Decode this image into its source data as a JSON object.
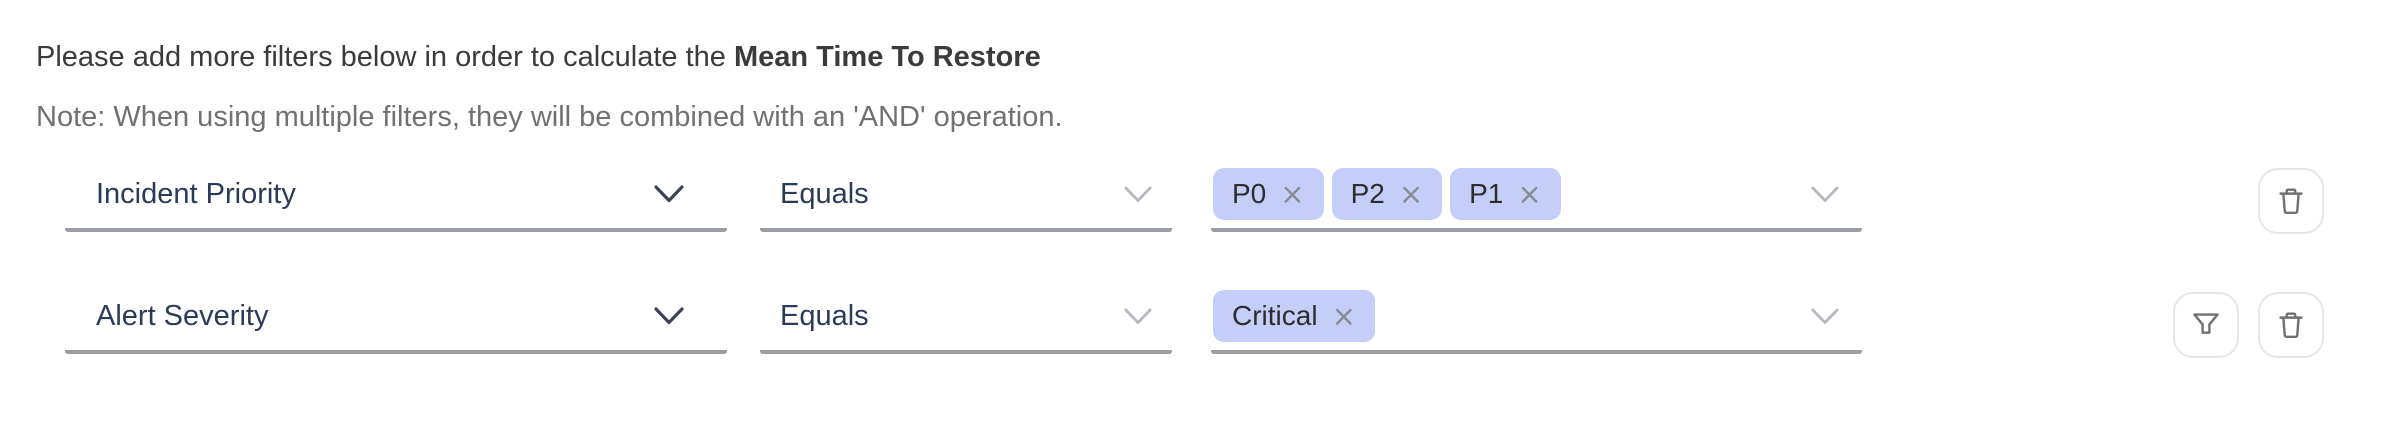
{
  "colors": {
    "header-text": "#3b3b3b",
    "note-text": "#717171",
    "label-text": "#2c3a5a",
    "underline": "#9a9da1",
    "tag-bg": "#c5cdf9",
    "tag-text": "#2d2d2d",
    "tag-remove": "#878b92",
    "chevron-dark": "#3a4254",
    "chevron-light": "#b4b8bf",
    "icon-gray": "#717171",
    "button-border": "#e6e6e6"
  },
  "header": {
    "intro": "Please add more filters below in order to calculate the ",
    "metric": "Mean Time To Restore",
    "note": "Note: When using multiple filters, they will be combined with an 'AND' operation."
  },
  "icons": {
    "tag_remove": "×"
  },
  "rows": [
    {
      "attribute": "Incident Priority",
      "operator": "Equals",
      "values": [
        {
          "label": "P0"
        },
        {
          "label": "P2"
        },
        {
          "label": "P1"
        }
      ]
    },
    {
      "attribute": "Alert Severity",
      "operator": "Equals",
      "values": [
        {
          "label": "Critical"
        }
      ]
    }
  ]
}
